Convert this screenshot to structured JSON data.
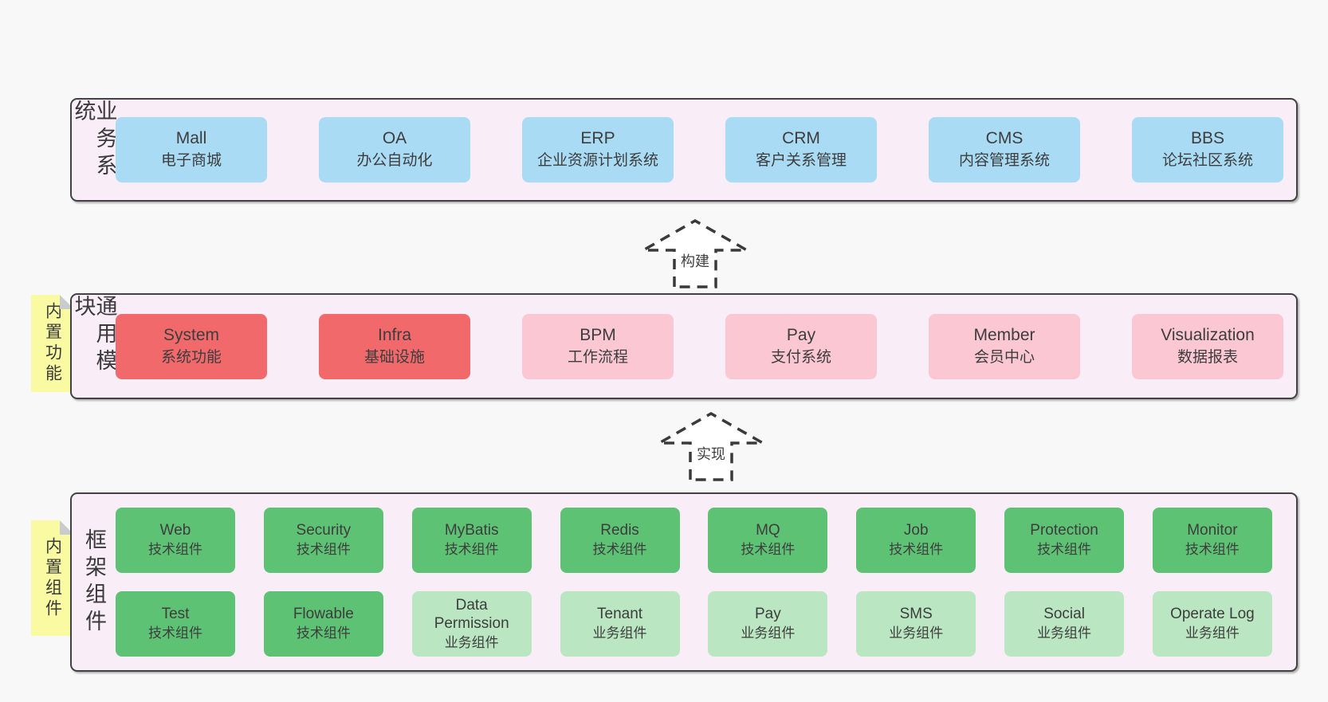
{
  "colors": {
    "page-bg": "#f8f8f8",
    "band-bg": "#f9eef8",
    "band-border": "#424242",
    "blue": "#a9dbf4",
    "red": "#f2696b",
    "pink": "#fbc7d3",
    "green": "#5ec274",
    "green-light": "#bae6c2",
    "sticky-yellow": "#fafaa2",
    "fold-gray": "#c8ccce"
  },
  "arrows": [
    {
      "label": "构建"
    },
    {
      "label": "实现"
    }
  ],
  "bands": [
    {
      "label": "业务系统",
      "boxes": [
        {
          "name": "Mall",
          "desc": "电子商城"
        },
        {
          "name": "OA",
          "desc": "办公自动化"
        },
        {
          "name": "ERP",
          "desc": "企业资源计划系统"
        },
        {
          "name": "CRM",
          "desc": "客户关系管理"
        },
        {
          "name": "CMS",
          "desc": "内容管理系统"
        },
        {
          "name": "BBS",
          "desc": "论坛社区系统"
        }
      ]
    },
    {
      "label": "通用模块",
      "sticky": "内置功能",
      "boxes": [
        {
          "name": "System",
          "desc": "系统功能"
        },
        {
          "name": "Infra",
          "desc": "基础设施"
        },
        {
          "name": "BPM",
          "desc": "工作流程"
        },
        {
          "name": "Pay",
          "desc": "支付系统"
        },
        {
          "name": "Member",
          "desc": "会员中心"
        },
        {
          "name": "Visualization",
          "desc": "数据报表"
        }
      ]
    },
    {
      "label": "框架组件",
      "sticky": "内置组件",
      "rows": [
        {
          "boxes": [
            {
              "name": "Web",
              "desc": "技术组件"
            },
            {
              "name": "Security",
              "desc": "技术组件"
            },
            {
              "name": "MyBatis",
              "desc": "技术组件"
            },
            {
              "name": "Redis",
              "desc": "技术组件"
            },
            {
              "name": "MQ",
              "desc": "技术组件"
            },
            {
              "name": "Job",
              "desc": "技术组件"
            },
            {
              "name": "Protection",
              "desc": "技术组件"
            },
            {
              "name": "Monitor",
              "desc": "技术组件"
            }
          ]
        },
        {
          "boxes": [
            {
              "name": "Test",
              "desc": "技术组件"
            },
            {
              "name": "Flowable",
              "desc": "技术组件"
            },
            {
              "name": "Data Permission",
              "desc": "业务组件"
            },
            {
              "name": "Tenant",
              "desc": "业务组件"
            },
            {
              "name": "Pay",
              "desc": "业务组件"
            },
            {
              "name": "SMS",
              "desc": "业务组件"
            },
            {
              "name": "Social",
              "desc": "业务组件"
            },
            {
              "name": "Operate Log",
              "desc": "业务组件"
            }
          ]
        }
      ]
    }
  ]
}
